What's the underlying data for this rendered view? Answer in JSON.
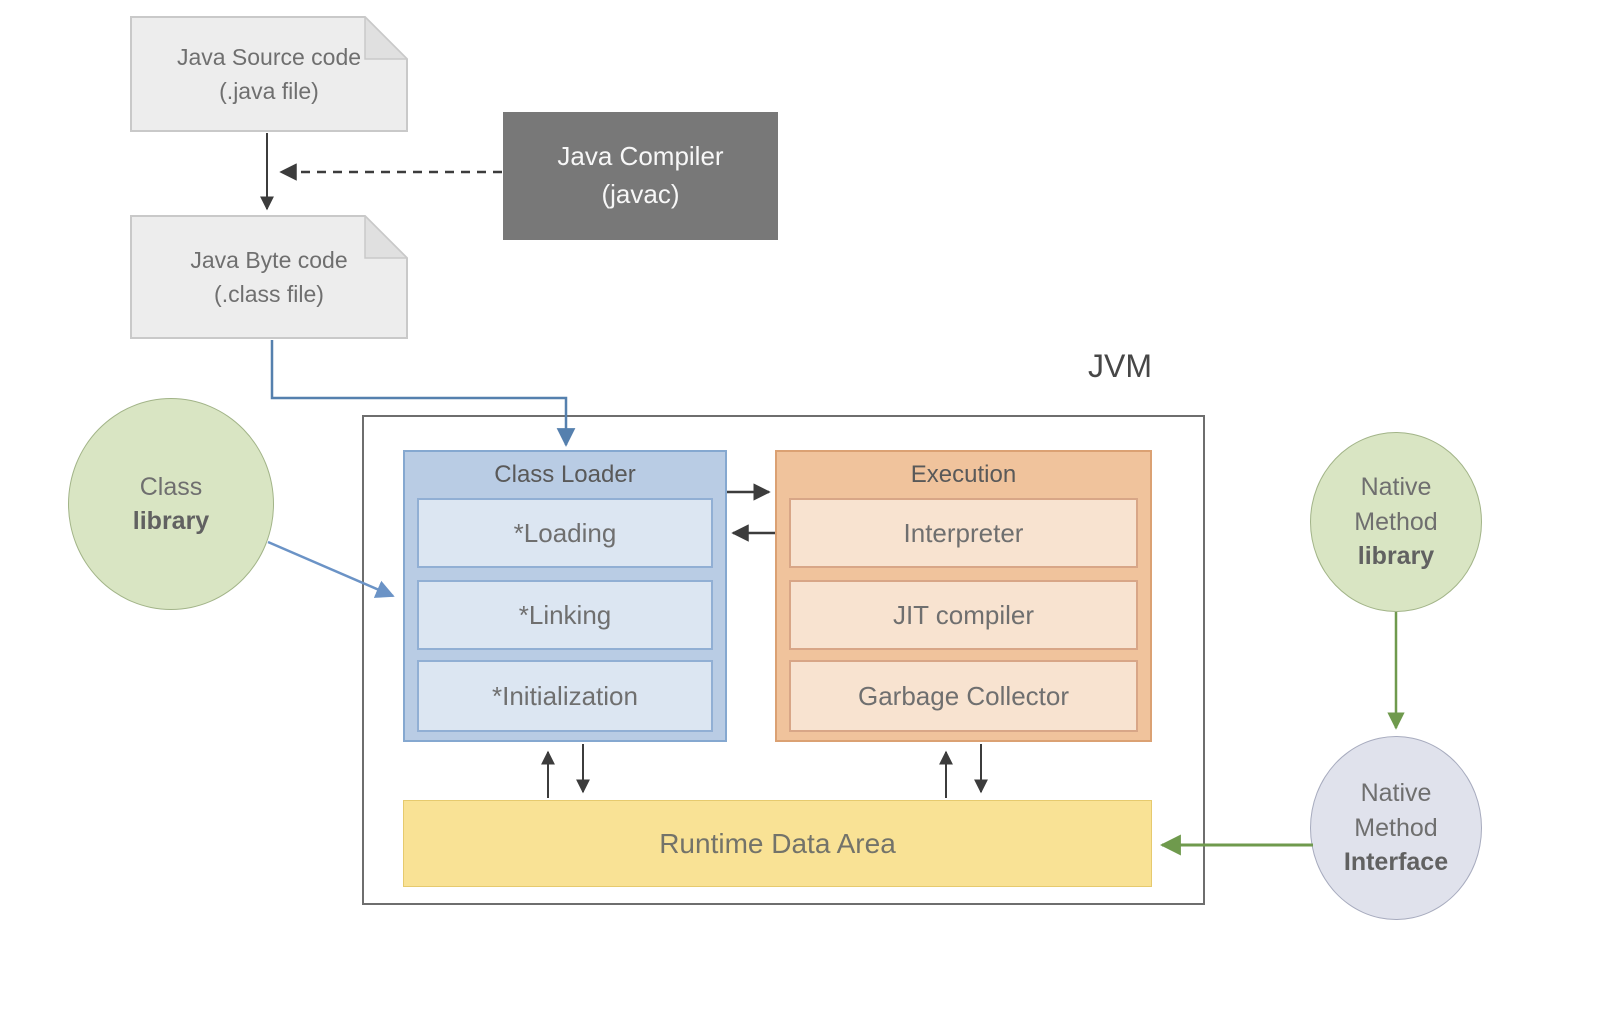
{
  "title": "JVM",
  "nodes": {
    "java_source_code": {
      "line1": "Java Source code",
      "line2": "(.java file)"
    },
    "java_compiler": {
      "line1": "Java Compiler",
      "line2": "(javac)"
    },
    "java_byte_code": {
      "line1": "Java Byte code",
      "line2": "(.class file)"
    },
    "class_library": {
      "line1": "Class",
      "line2_bold": "library"
    },
    "class_loader": {
      "title": "Class Loader",
      "items": [
        "*Loading",
        "*Linking",
        "*Initialization"
      ]
    },
    "execution_engine": {
      "title": "Execution",
      "items": [
        "Interpreter",
        "JIT compiler",
        "Garbage Collector"
      ]
    },
    "runtime_data_area": {
      "label": "Runtime Data Area"
    },
    "native_method_library": {
      "line1": "Native",
      "line2": "Method",
      "line3_bold": "library"
    },
    "native_method_interface": {
      "line1": "Native",
      "line2": "Method",
      "line3_bold": "Interface"
    }
  },
  "icons": {
    "arrow_black": "down/left/right solid arrowheads between stages",
    "arrow_blue": "bytecode-to-classloader elbow arrow and class-library arrow",
    "arrow_green": "native-method flow arrows",
    "document_shape": "folded-corner page shape for .java and .class files"
  },
  "colors": {
    "text": "#595959",
    "text_soft": "#6f6f6f",
    "doc_fill": "#ededed",
    "doc_stroke": "#c9c9c9",
    "doc_fold": "#e0e0e0",
    "compiler_fill": "#787878",
    "compiler_text": "#f7f7f7",
    "jvm_stroke": "#6e6e6e",
    "cl_fill": "#b9cce4",
    "cl_stroke": "#85a8d0",
    "cl_inner_fill": "#dce6f2",
    "cl_inner_stroke": "#91afd4",
    "ex_fill": "#f0c39c",
    "ex_stroke": "#dba173",
    "ex_inner_fill": "#f8e3d0",
    "ex_inner_stroke": "#d8a687",
    "rt_fill": "#f9e295",
    "rt_stroke": "#e6ca6e",
    "green_fill": "#d9e5c3",
    "green_stroke": "#a2b488",
    "iface_fill": "#e0e2ec",
    "iface_stroke": "#a7abbe",
    "arrow_black": "#3c3c3c",
    "arrow_blue": "#5580ae",
    "arrow_green": "#6f9a4d"
  }
}
